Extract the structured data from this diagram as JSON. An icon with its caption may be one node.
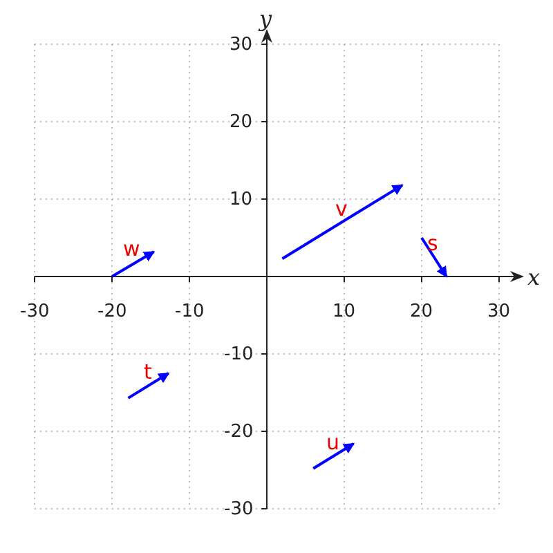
{
  "diagram": {
    "labels": [
      "y",
      "30",
      "20",
      "10",
      "v",
      "s",
      "w",
      "x",
      "-30",
      "-20",
      "-10",
      "10",
      "20",
      "30",
      "-10",
      "t",
      "-20",
      "u",
      "-30"
    ]
  }
}
